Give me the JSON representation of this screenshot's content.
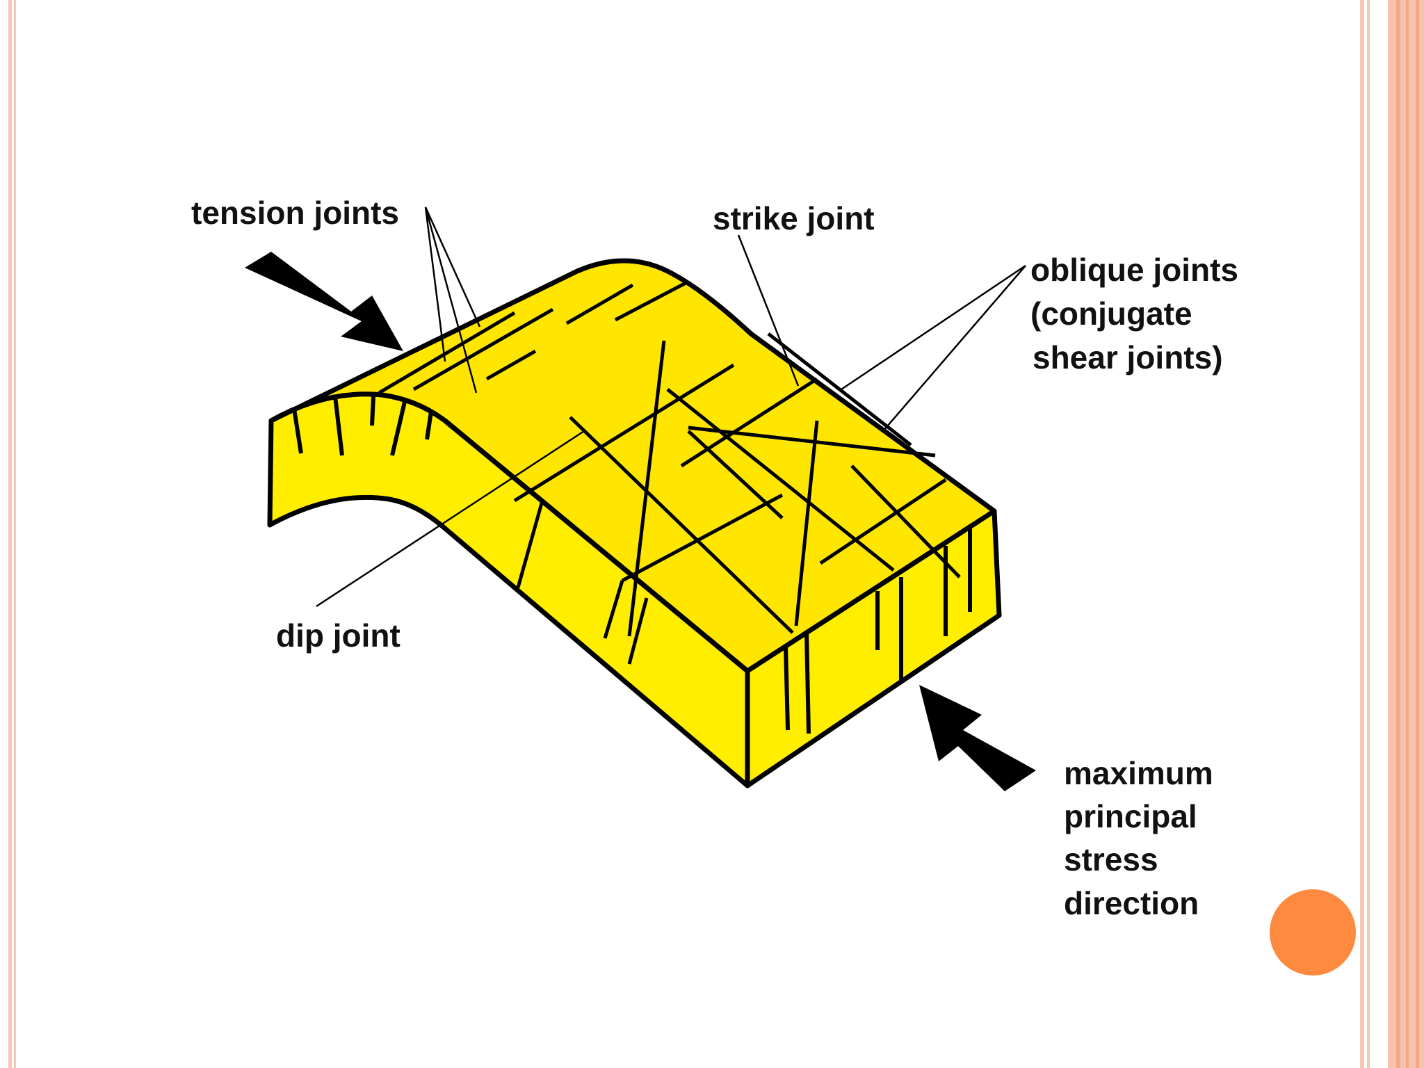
{
  "colors": {
    "block_fill": "#ffee00",
    "block_top_fill": "#ffe600",
    "outline": "#000000",
    "frame": "#f7c3ae",
    "accent": "#fd8a3f"
  },
  "labels": {
    "tension_joints": "tension joints",
    "strike_joint": "strike joint",
    "oblique_joints_line1": "oblique joints",
    "oblique_joints_line2": "(conjugate",
    "oblique_joints_line3": "shear joints)",
    "dip_joint": "dip joint",
    "stress_line1": "maximum",
    "stress_line2": "principal",
    "stress_line3": "stress",
    "stress_line4": "direction"
  }
}
